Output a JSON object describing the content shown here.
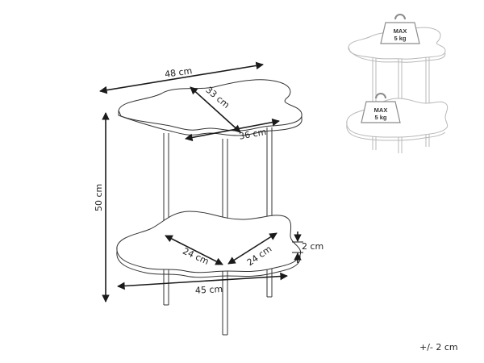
{
  "colors": {
    "ink": "#1a1a1a",
    "line": "#333333",
    "ghost": "#b8b8b8",
    "ghost_dark": "#8c8c8c"
  },
  "dimensions": {
    "width_top": "48 cm",
    "depth_top_diag": "33 cm",
    "depth_top": "36 cm",
    "height_total": "50 cm",
    "shelf_depth_left": "24 cm",
    "shelf_depth_right": "24 cm",
    "shelf_thickness": "2 cm",
    "width_bottom": "45 cm"
  },
  "load_top": {
    "line1": "MAX",
    "line2": "5 kg",
    "icon": "weight-icon"
  },
  "load_bottom": {
    "line1": "MAX",
    "line2": "5 kg",
    "icon": "weight-icon"
  },
  "tolerance": "+/- 2 cm"
}
